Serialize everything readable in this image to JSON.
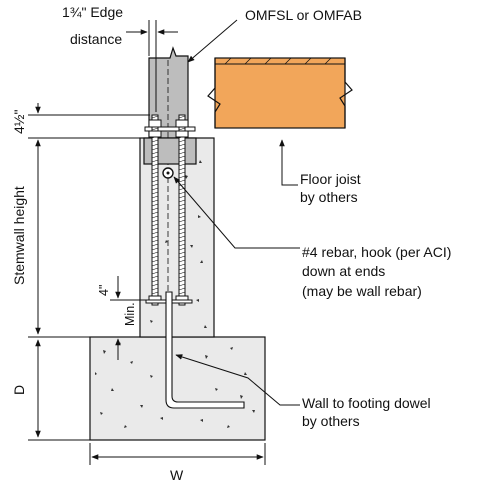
{
  "labels": {
    "edge_distance_line1": "1¾\" Edge",
    "edge_distance_line2": "distance",
    "strap_model": "OMFSL or OMFAB",
    "top_dim": "4½\"",
    "stemwall_height": "Stemwall height",
    "min_cover_value": "4\"",
    "min_cover_min": "Min.",
    "footing_depth": "D",
    "footing_width": "W",
    "floor_joist_line1": "Floor joist",
    "floor_joist_line2": "by others",
    "rebar_line1": "#4 rebar, hook (per ACI)",
    "rebar_line2": "down at ends",
    "rebar_line3": "(may be wall rebar)",
    "dowel_line1": "Wall to footing dowel",
    "dowel_line2": "by others"
  },
  "colors": {
    "concrete": "#eaeaea",
    "steel_post": "#bdbdbd",
    "joist": "#f2a65a",
    "line": "#111111"
  }
}
